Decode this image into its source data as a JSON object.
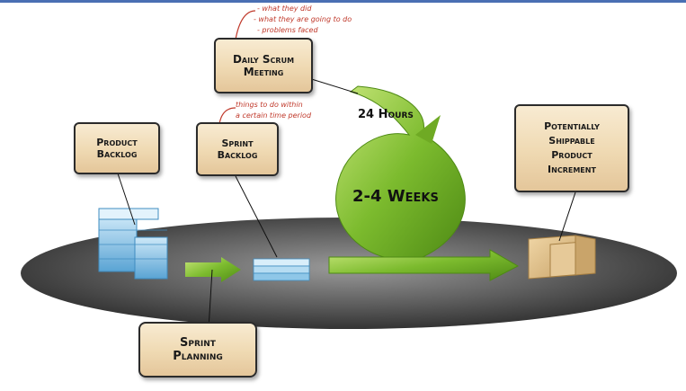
{
  "boxes": {
    "daily_scrum": "Daily Scrum\nMeeting",
    "product_backlog": "Product\nBacklog",
    "sprint_backlog": "Sprint\nBacklog",
    "increment": "Potentially\nShippable\nProduct\nIncrement",
    "sprint_planning": "Sprint\nPlanning"
  },
  "notes": {
    "scrum_1": "- what they did",
    "scrum_2": "- what they are going to do",
    "scrum_3": "- problems faced",
    "backlog_1": "things to do within",
    "backlog_2": "a certain time period"
  },
  "labels": {
    "cycle_daily": "24 Hours",
    "cycle_sprint": "2-4 Weeks"
  },
  "colors": {
    "box_border": "#2b2b2b",
    "box_fill": "#efd9b2",
    "arrow_green": "#7cbb2e",
    "note_red": "#c0392b",
    "stage": "#5e5e5e",
    "backlog_blue": "#79b7de",
    "carton": "#e3c28c",
    "top_rule": "#4a6fb3"
  }
}
